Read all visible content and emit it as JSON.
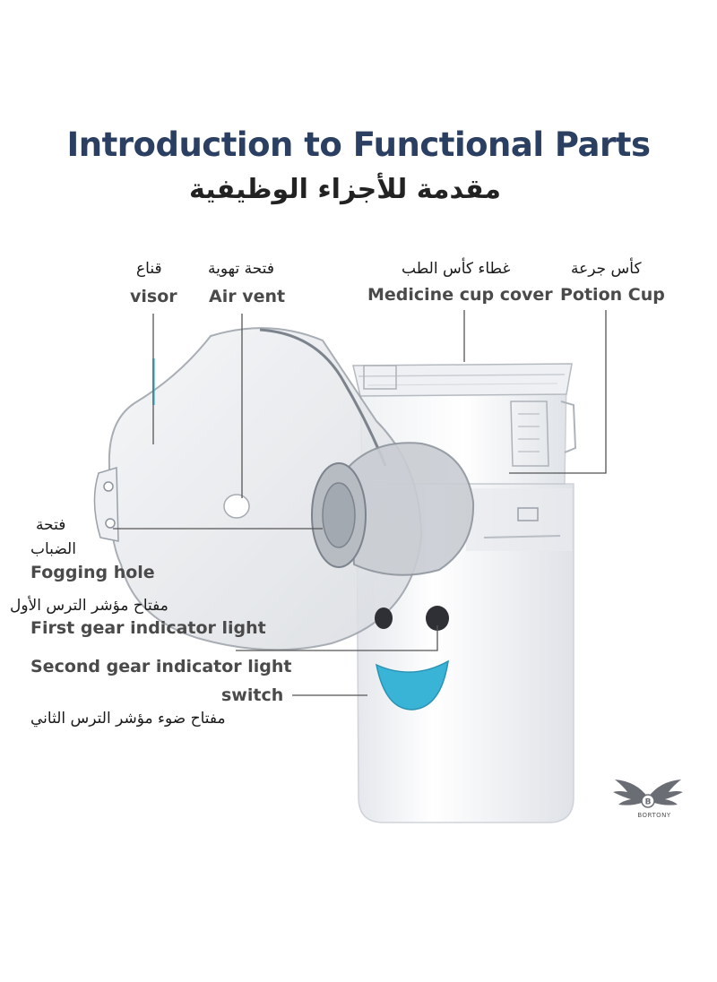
{
  "title": {
    "en": "Introduction to Functional Parts",
    "ar": "مقدمة للأجزاء الوظيفية"
  },
  "labels": {
    "visor": {
      "ar": "قناع",
      "en": "visor"
    },
    "air_vent": {
      "ar": "فتحة تهوية",
      "en": "Air vent"
    },
    "medicine_cup_cover": {
      "ar": "غطاء كأس الطب",
      "en": "Medicine cup cover"
    },
    "potion_cup": {
      "ar": "كأس جرعة",
      "en": "Potion Cup"
    },
    "fogging_hole": {
      "ar_line1": "فتحة",
      "ar_line2": "الضباب",
      "en": "Fogging hole"
    },
    "first_gear": {
      "ar": "مفتاح مؤشر الترس الأول",
      "en": "First gear indicator light"
    },
    "second_gear": {
      "en": "Second gear indicator light"
    },
    "switch": {
      "en": "switch",
      "ar": "مفتاح ضوء مؤشر الترس الثاني"
    }
  },
  "logo": {
    "text": "BORTONY",
    "icon": "winged-b-logo-icon"
  },
  "colors": {
    "title": "#2a3f62",
    "accent": "#3ab4d6",
    "device_body": "#f7f8fa",
    "leader_line": "#555555"
  }
}
